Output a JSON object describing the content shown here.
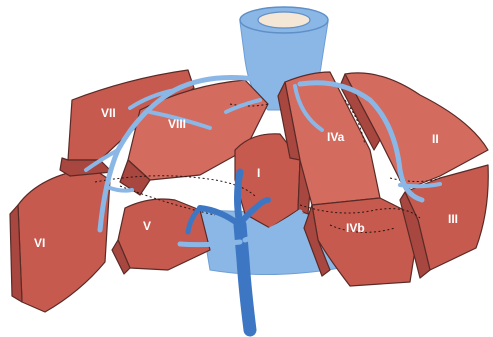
{
  "segments": {
    "I": "I",
    "II": "II",
    "III": "III",
    "IVa": "IVa",
    "IVb": "IVb",
    "V": "V",
    "VI": "VI",
    "VII": "VII",
    "VIII": "VIII"
  },
  "colors": {
    "liver_segment": "#c65a4f",
    "hepatic_vein": "#8bb7e6",
    "portal_vein": "#3d77c4"
  }
}
